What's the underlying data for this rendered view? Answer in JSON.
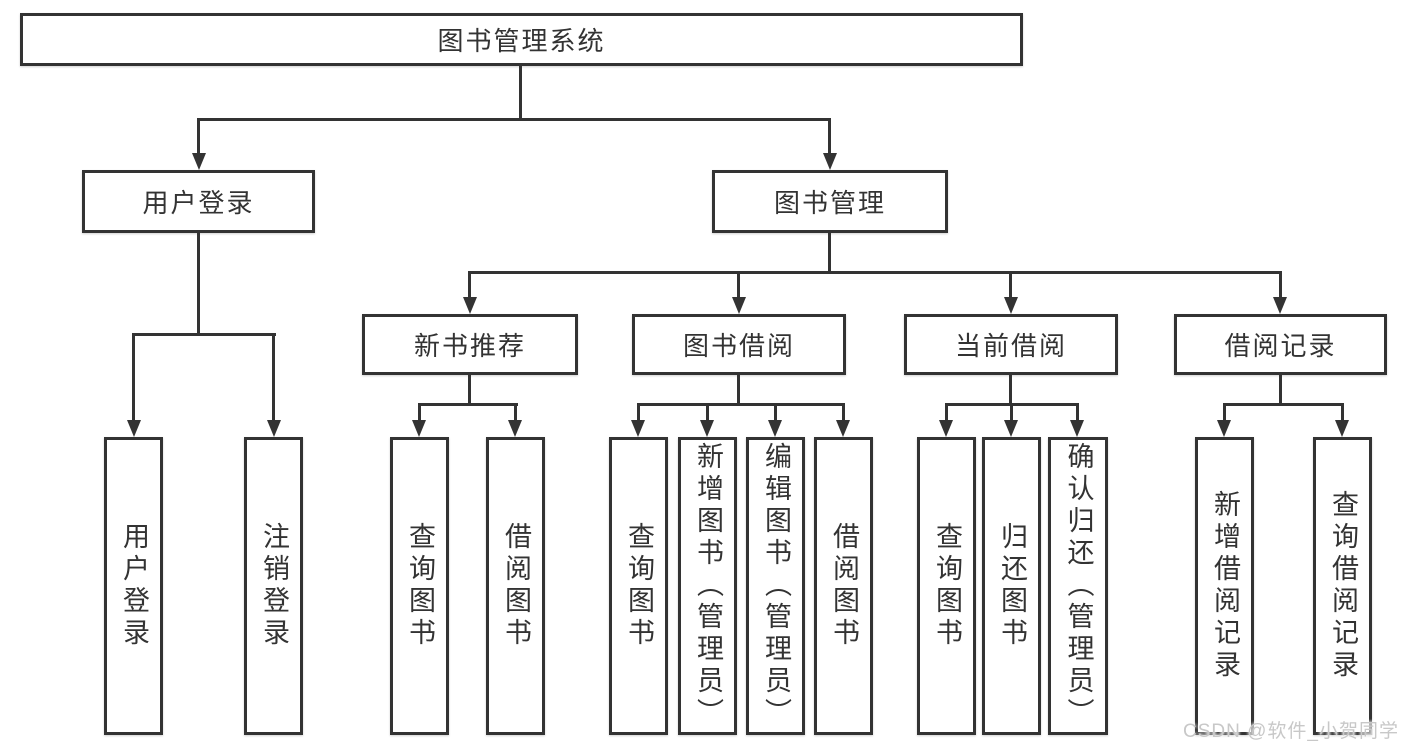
{
  "diagram": {
    "root": {
      "label": "图书管理系统"
    },
    "branches": [
      {
        "label": "用户登录",
        "leaves": [
          {
            "label": "用户登录"
          },
          {
            "label": "注销登录"
          }
        ]
      },
      {
        "label": "图书管理",
        "sections": [
          {
            "label": "新书推荐",
            "leaves": [
              {
                "label": "查询图书"
              },
              {
                "label": "借阅图书"
              }
            ]
          },
          {
            "label": "图书借阅",
            "leaves": [
              {
                "label": "查询图书"
              },
              {
                "label": "新增图书（管理员）"
              },
              {
                "label": "编辑图书（管理员）"
              },
              {
                "label": "借阅图书"
              }
            ]
          },
          {
            "label": "当前借阅",
            "leaves": [
              {
                "label": "查询图书"
              },
              {
                "label": "归还图书"
              },
              {
                "label": "确认归还（管理员）"
              }
            ]
          },
          {
            "label": "借阅记录",
            "leaves": [
              {
                "label": "新增借阅记录"
              },
              {
                "label": "查询借阅记录"
              }
            ]
          }
        ]
      }
    ]
  },
  "watermark": {
    "text": "CSDN @软件_小贺同学"
  },
  "colors": {
    "line": "#333333",
    "text": "#333333",
    "background": "#ffffff",
    "watermark_text": "#c8c8c8"
  }
}
